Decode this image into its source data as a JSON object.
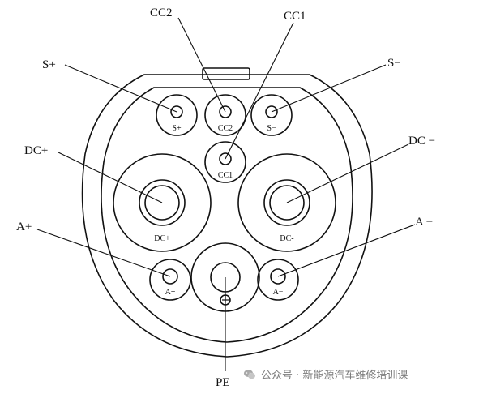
{
  "callouts": {
    "cc2": "CC2",
    "cc1": "CC1",
    "s_plus": "S+",
    "s_minus": "S−",
    "dc_plus": "DC+",
    "dc_minus": "DC −",
    "a_plus": "A+",
    "a_minus": "A −",
    "pe": "PE"
  },
  "pin_labels": {
    "s_plus": "S+",
    "cc2": "CC2",
    "s_minus": "S−",
    "cc1": "CC1",
    "dc_plus": "DC+",
    "dc_minus": "DC-",
    "a_plus": "A+",
    "a_minus": "A−"
  },
  "watermark": {
    "text": "公众号 · 新能源汽车维修培训课",
    "icon": "wechat-icon"
  },
  "colors": {
    "line": "#111111",
    "background": "#ffffff"
  }
}
